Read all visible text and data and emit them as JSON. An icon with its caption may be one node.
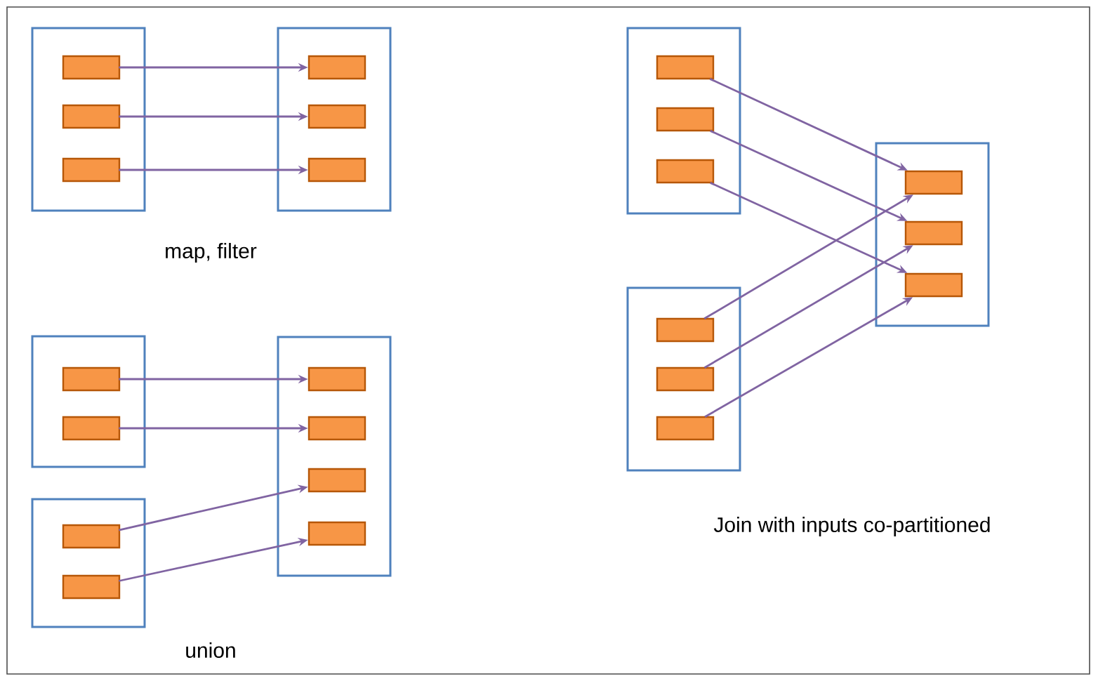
{
  "diagram": {
    "nodes": [
      {
        "text": [],
        "shape": "box"
      },
      {
        "text": [],
        "shape": "box",
        "in": 0
      },
      {
        "text": [],
        "shape": "box",
        "in": 0
      },
      {
        "text": [],
        "shape": "box",
        "in": 0
      },
      {
        "text": [],
        "shape": "box"
      },
      {
        "text": [],
        "shape": "box",
        "in": 4
      },
      {
        "text": [],
        "shape": "box",
        "in": 4
      },
      {
        "text": [],
        "shape": "box",
        "in": 4
      },
      {
        "text": [],
        "shape": "box"
      },
      {
        "text": [],
        "shape": "box",
        "in": 8
      },
      {
        "text": [],
        "shape": "box",
        "in": 8
      },
      {
        "text": [],
        "shape": "box"
      },
      {
        "text": [],
        "shape": "box",
        "in": 11
      },
      {
        "text": [],
        "shape": "box",
        "in": 11
      },
      {
        "text": [],
        "shape": "box",
        "in": 11
      },
      {
        "text": [],
        "shape": "box",
        "in": 11
      },
      {
        "text": [],
        "shape": "box"
      },
      {
        "text": [],
        "shape": "box",
        "in": 16
      },
      {
        "text": [],
        "shape": "box",
        "in": 16
      },
      {
        "text": [],
        "shape": "box"
      },
      {
        "text": [],
        "shape": "box",
        "in": 19
      },
      {
        "text": [],
        "shape": "box",
        "in": 19
      },
      {
        "text": [],
        "shape": "box",
        "in": 19
      },
      {
        "text": [],
        "shape": "box"
      },
      {
        "text": [],
        "shape": "box",
        "in": 23
      },
      {
        "text": [],
        "shape": "box",
        "in": 23
      },
      {
        "text": [],
        "shape": "box",
        "in": 23
      },
      {
        "text": [],
        "shape": "box"
      },
      {
        "text": [],
        "shape": "box",
        "in": 27
      },
      {
        "text": [],
        "shape": "box",
        "in": 27
      },
      {
        "text": [],
        "shape": "box",
        "in": 27
      }
    ],
    "edges": [
      {
        "from": 1,
        "to": 5,
        "arrow": "to"
      },
      {
        "from": 2,
        "to": 6,
        "arrow": "to"
      },
      {
        "from": 3,
        "to": 7,
        "arrow": "to"
      },
      {
        "from": 9,
        "to": 12,
        "arrow": "to"
      },
      {
        "from": 10,
        "to": 13,
        "arrow": "to"
      },
      {
        "from": 17,
        "to": 14,
        "arrow": "to"
      },
      {
        "from": 18,
        "to": 15,
        "arrow": "to"
      },
      {
        "from": 20,
        "to": 28,
        "arrow": "to"
      },
      {
        "from": 21,
        "to": 29,
        "arrow": "to"
      },
      {
        "from": 22,
        "to": 30,
        "arrow": "to"
      },
      {
        "from": 24,
        "to": 28,
        "arrow": "to"
      },
      {
        "from": 25,
        "to": 29,
        "arrow": "to"
      },
      {
        "from": 26,
        "to": 30,
        "arrow": "to"
      }
    ],
    "labels": [
      "map, filter",
      "Join with inputs co-partitioned",
      "union"
    ]
  }
}
